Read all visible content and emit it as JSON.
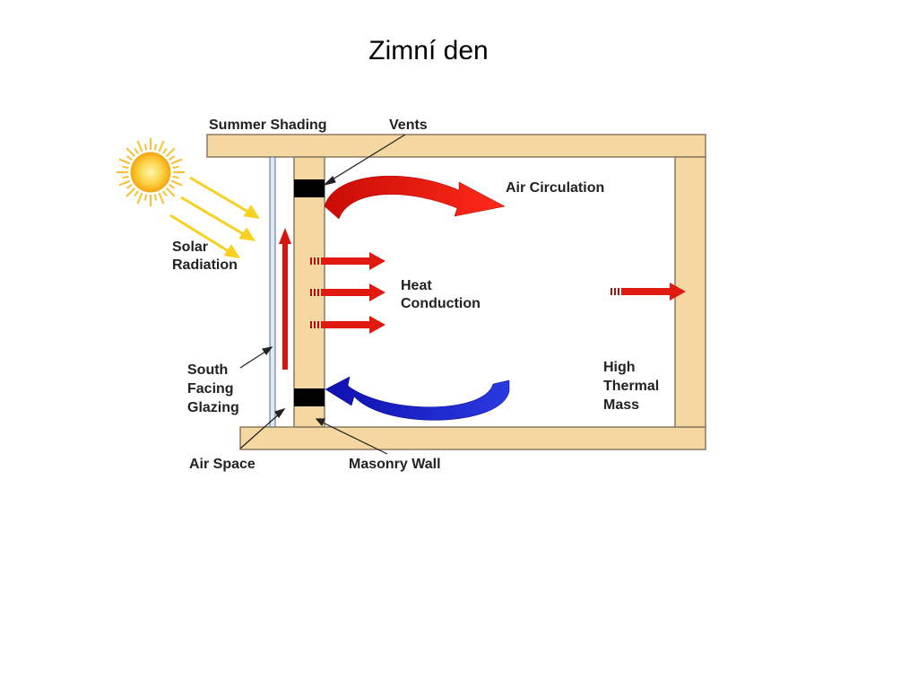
{
  "slide": {
    "title": "Zimní den"
  },
  "diagram": {
    "labels": {
      "summer_shading": "Summer Shading",
      "vents": "Vents",
      "air_circulation": "Air Circulation",
      "solar_radiation": [
        "Solar",
        "Radiation"
      ],
      "heat_conduction": [
        "Heat",
        "Conduction"
      ],
      "high_thermal_mass": [
        "High",
        "Thermal",
        "Mass"
      ],
      "south_facing_glazing": [
        "South",
        "Facing",
        "Glazing"
      ],
      "air_space": "Air Space",
      "masonry_wall": "Masonry Wall"
    },
    "colors": {
      "wood": "#f5d7a1",
      "wood_edge": "#8a7a60",
      "warm_air": "#e01a10",
      "cool_air": "#1a22c8",
      "sun": "#f8b814",
      "vent": "#000000",
      "glazing": "#c8d8ea"
    }
  }
}
